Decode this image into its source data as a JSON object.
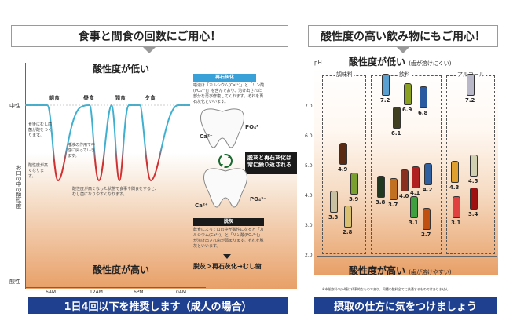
{
  "left": {
    "title": "食事と間食の回数にご用心！",
    "acid_low": "酸性度が低い",
    "acid_high": "酸性度が高い",
    "meals": [
      "朝食",
      "昼食",
      "間食",
      "夕食"
    ],
    "y_labels": {
      "neutral": "中性",
      "mouth": "お口の中の酸性度",
      "acid": "酸性"
    },
    "x_ticks": [
      "6AM",
      "12AM",
      "6PM",
      "0AM"
    ],
    "notes": {
      "n1": "食後にむし歯菌が酸をつくります。",
      "n2": "唾液の作用で中性に戻っていきます。",
      "n3": "酸性度が高くなります。",
      "n4": "酸性度が高くなった状態で食事や間食をすると、むし歯になりやすくなります。"
    },
    "remin_title": "再石灰化",
    "remin_text": "唾液は「カルシウム(Ca²⁺)」と「リン酸(PO₄³⁻)」を含んでおり、溶け出された部分を再び修復してくれます。それを再石灰化といいます。",
    "cycle_text": "脱灰と再石灰化は常に繰り返される",
    "demin_title": "脱灰",
    "demin_text": "飲食によって口の中が酸性になると「カルシウム(Ca²⁺)」と「リン酸(PO₄³⁻)」が溶け出され歯が弱まります。それを脱灰といいます。",
    "formula": "脱灰＞再石灰化→むし歯",
    "ca": "Ca²⁺",
    "po": "PO₄³⁻",
    "footer": "1日4回以下を推奨します（成人の場合）"
  },
  "right": {
    "title": "酸性度の高い飲み物にもご用心！",
    "acid_low": "酸性度が低い",
    "acid_low_note": "(歯が溶けにくい)",
    "acid_high": "酸性度が高い",
    "acid_high_note": "(歯が溶けやすい)",
    "ph": "pH",
    "groups": [
      "調味料",
      "飲料",
      "アルコール"
    ],
    "ph_ticks": [
      "7.0",
      "6.0",
      "5.0",
      "4.0",
      "3.0",
      "2.0"
    ],
    "footnote": "※市販飲料のpH値は代表的なものであり、同種の飲料全てに共通するものではありません。",
    "footer": "摂取の仕方に気をつけましょう",
    "items": [
      {
        "v": "4.9",
        "c": "#5a2a12"
      },
      {
        "v": "3.3",
        "c": "#c8c0a0"
      },
      {
        "v": "3.9",
        "c": "#7aa030"
      },
      {
        "v": "2.8",
        "c": "#d8c070"
      },
      {
        "v": "7.2",
        "c": "#5aa0d0"
      },
      {
        "v": "6.9",
        "c": "#8aa020"
      },
      {
        "v": "6.8",
        "c": "#2a5aa0"
      },
      {
        "v": "6.1",
        "c": "#404020"
      },
      {
        "v": "3.8",
        "c": "#203820"
      },
      {
        "v": "3.7",
        "c": "#c07020"
      },
      {
        "v": "4.0",
        "c": "#8a3020"
      },
      {
        "v": "4.1",
        "c": "#b02020"
      },
      {
        "v": "4.2",
        "c": "#3060a0"
      },
      {
        "v": "3.1",
        "c": "#40a040"
      },
      {
        "v": "2.7",
        "c": "#c05010"
      },
      {
        "v": "7.2",
        "c": "#b8b8c8"
      },
      {
        "v": "4.3",
        "c": "#e0a030"
      },
      {
        "v": "4.5",
        "c": "#d0d0b0"
      },
      {
        "v": "3.1",
        "c": "#e04040"
      },
      {
        "v": "3.4",
        "c": "#a01010"
      }
    ]
  }
}
